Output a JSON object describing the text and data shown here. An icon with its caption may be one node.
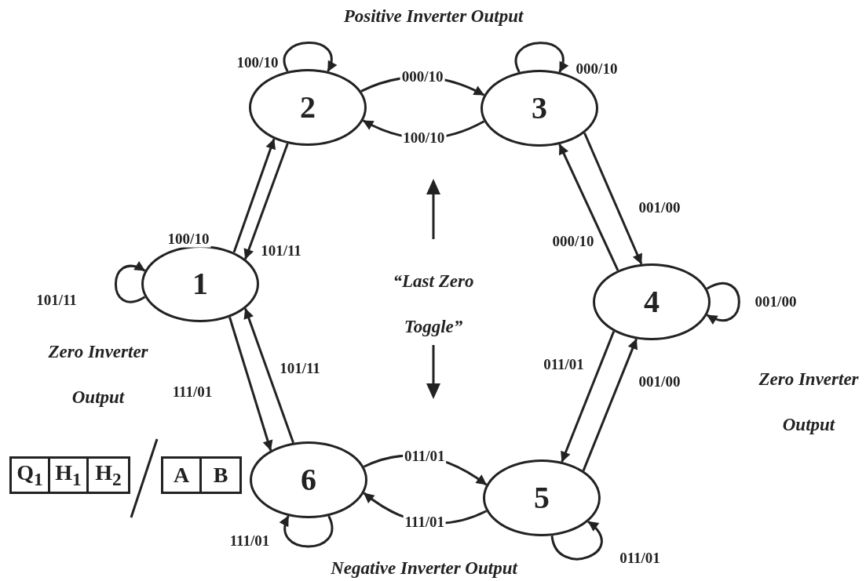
{
  "diagram": {
    "nodes": [
      {
        "text": [
          "1"
        ]
      },
      {
        "text": [
          "2"
        ]
      },
      {
        "text": [
          "3"
        ]
      },
      {
        "text": [
          "4"
        ]
      },
      {
        "text": [
          "5"
        ]
      },
      {
        "text": [
          "6"
        ]
      },
      {
        "text": [
          "Q$_{1}$"
        ]
      },
      {
        "text": [
          "H$_{1}$"
        ]
      },
      {
        "text": [
          "H$_{2}$"
        ]
      },
      {
        "text": [
          "A"
        ]
      },
      {
        "text": [
          "B"
        ]
      }
    ],
    "edges": [
      {
        "from": 0,
        "to": 1,
        "arrow": "to",
        "label": "100/10"
      },
      {
        "from": 1,
        "to": 0,
        "arrow": "to",
        "label": "101/11"
      },
      {
        "from": 0,
        "to": 0,
        "arrow": "to",
        "label": "101/11"
      },
      {
        "from": 1,
        "to": 1,
        "arrow": "to",
        "label": "100/10"
      },
      {
        "from": 1,
        "to": 2,
        "arrow": "to",
        "label": "000/10"
      },
      {
        "from": 2,
        "to": 1,
        "arrow": "to",
        "label": "100/10"
      },
      {
        "from": 2,
        "to": 2,
        "arrow": "to",
        "label": "000/10"
      },
      {
        "from": 2,
        "to": 3,
        "arrow": "to",
        "label": "001/00"
      },
      {
        "from": 3,
        "to": 2,
        "arrow": "to",
        "label": "000/10"
      },
      {
        "from": 3,
        "to": 3,
        "arrow": "to",
        "label": "001/00"
      },
      {
        "from": 3,
        "to": 4,
        "arrow": "to",
        "label": "011/01"
      },
      {
        "from": 4,
        "to": 3,
        "arrow": "to",
        "label": "001/00"
      },
      {
        "from": 4,
        "to": 4,
        "arrow": "to",
        "label": "011/01"
      },
      {
        "from": 5,
        "to": 4,
        "arrow": "to",
        "label": "011/01"
      },
      {
        "from": 4,
        "to": 5,
        "arrow": "to",
        "label": "111/01"
      },
      {
        "from": 5,
        "to": 5,
        "arrow": "to",
        "label": "111/01"
      },
      {
        "from": 0,
        "to": 5,
        "arrow": "to",
        "label": "111/01"
      },
      {
        "from": 5,
        "to": 0,
        "arrow": "to",
        "label": "101/11"
      }
    ],
    "labels": [
      "Positive Inverter Output",
      "“Last Zero Toggle”",
      "Zero Inverter Output",
      "Zero Inverter Output",
      "Negative Inverter Output"
    ]
  }
}
